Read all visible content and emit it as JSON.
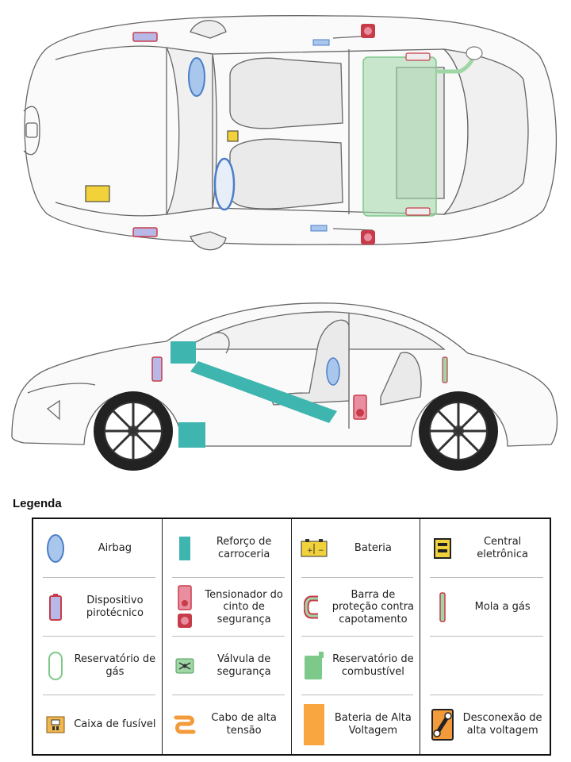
{
  "legend": {
    "title": "Legenda",
    "items": [
      {
        "id": "airbag",
        "label": "Airbag",
        "icon": "airbag-icon"
      },
      {
        "id": "reforco",
        "label": "Reforço de carroceria",
        "icon": "body-reinforcement-icon"
      },
      {
        "id": "bateria",
        "label": "Bateria",
        "icon": "battery-icon"
      },
      {
        "id": "central",
        "label": "Central eletrônica",
        "icon": "electronic-unit-icon"
      },
      {
        "id": "pirotecnico",
        "label": "Dispositivo pirotécnico",
        "icon": "pyrotechnic-device-icon"
      },
      {
        "id": "tensionador",
        "label": "Tensionador do cinto de segurança",
        "icon": "belt-tensioner-icon"
      },
      {
        "id": "barra",
        "label": "Barra de proteção contra capotamento",
        "icon": "rollover-bar-icon"
      },
      {
        "id": "mola",
        "label": "Mola a gás",
        "icon": "gas-spring-icon"
      },
      {
        "id": "reservatorio-gas",
        "label": "Reservatório de gás",
        "icon": "gas-reservoir-icon"
      },
      {
        "id": "valvula",
        "label": "Válvula de segurança",
        "icon": "safety-valve-icon"
      },
      {
        "id": "combustivel",
        "label": "Reservatório de combustível",
        "icon": "fuel-tank-icon"
      },
      {
        "id": "vazio",
        "label": "",
        "icon": ""
      },
      {
        "id": "caixa-fusivel",
        "label": "Caixa de fusível",
        "icon": "fuse-box-icon"
      },
      {
        "id": "cabo",
        "label": "Cabo de alta tensão",
        "icon": "high-voltage-cable-icon"
      },
      {
        "id": "bateria-av",
        "label": "Bateria de Alta Voltagem",
        "icon": "high-voltage-battery-icon"
      },
      {
        "id": "desconexao",
        "label": "Desconexão de alta voltagem",
        "icon": "high-voltage-disconnect-icon"
      }
    ]
  },
  "colors": {
    "airbag": "#4a7fc8",
    "airbag_fill": "#a9c6ec",
    "reinforcement": "#3fb5b0",
    "battery": "#f2d23a",
    "pyro": "#c83c4a",
    "pyro_fill": "#b8b8e8",
    "fuel": "#7dc98a",
    "hv_orange": "#f39a3a",
    "outline": "#555555"
  }
}
